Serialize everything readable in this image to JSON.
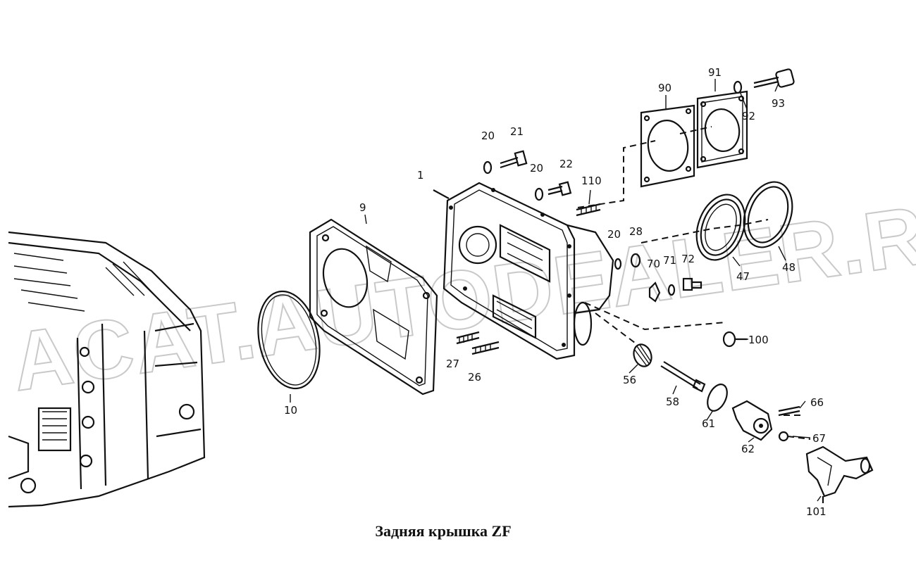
{
  "caption": "Задняя крышка ZF",
  "watermark": "ACAT.AUTODEALER.RU",
  "colors": {
    "ink": "#111111",
    "watermark": "#c9c9c9",
    "background": "#ffffff"
  },
  "callouts": {
    "p1": "1",
    "p9": "9",
    "p10": "10",
    "p20a": "20",
    "p20b": "20",
    "p20c": "20",
    "p21": "21",
    "p22": "22",
    "p26": "26",
    "p27": "27",
    "p28": "28",
    "p47": "47",
    "p48": "48",
    "p56": "56",
    "p58": "58",
    "p61": "61",
    "p62": "62",
    "p66": "66",
    "p67": "67",
    "p70": "70",
    "p71": "71",
    "p72": "72",
    "p90": "90",
    "p91": "91",
    "p92": "92",
    "p93": "93",
    "p100": "100",
    "p101": "101",
    "p110": "110"
  }
}
